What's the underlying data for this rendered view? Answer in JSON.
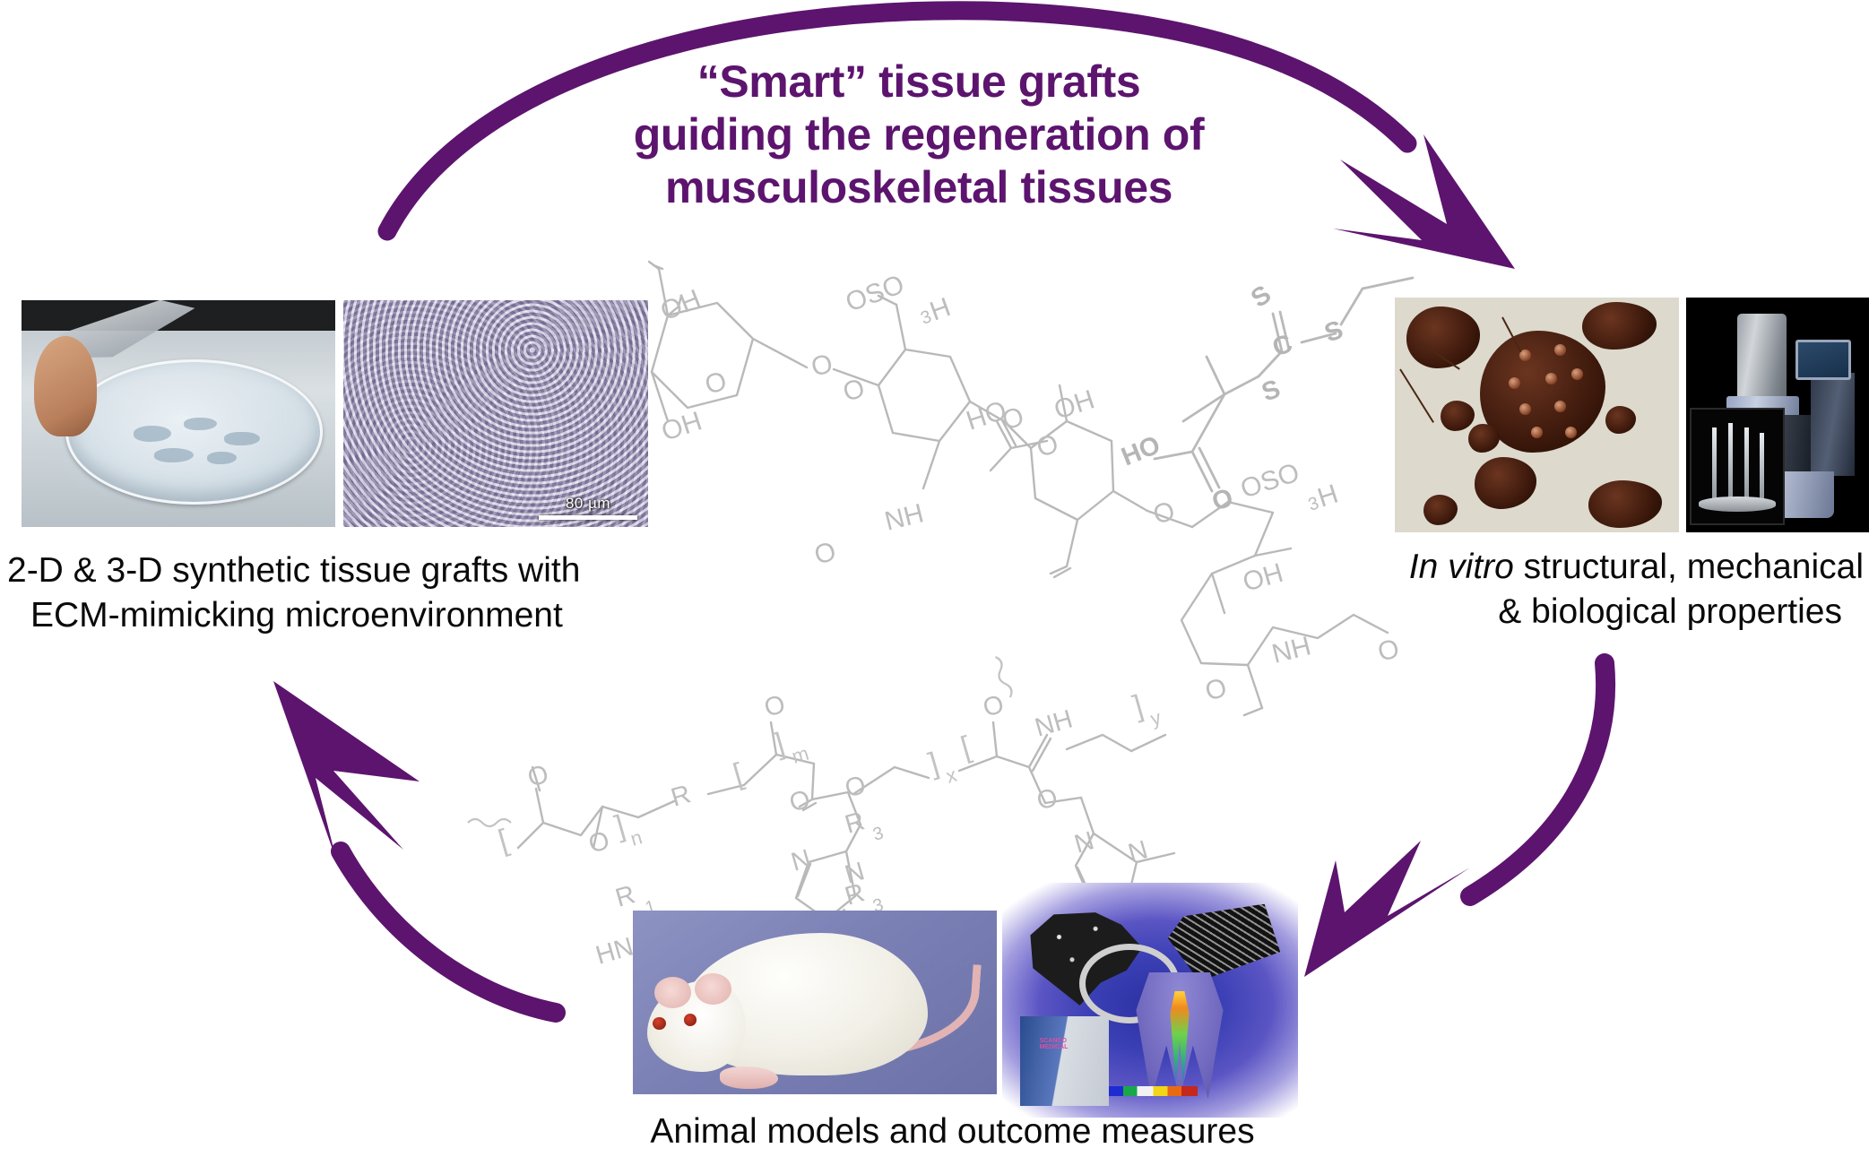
{
  "figure": {
    "type": "cycle-diagram",
    "background_color": "#ffffff",
    "accent_color": "#5c146e",
    "caption_color": "#0a0a0a"
  },
  "title": {
    "line1": "“Smart” tissue grafts",
    "line2": "guiding the regeneration of",
    "line3": "musculoskeletal tissues",
    "color": "#5c146e"
  },
  "captions": {
    "grafts": {
      "line1": "2-D & 3-D synthetic tissue grafts with",
      "line2": "ECM-mimicking microenvironment"
    },
    "invitro": {
      "italic_lead": "In vitro",
      "line1_rest": " structural, mechanical",
      "line2": "& biological properties"
    },
    "animal": {
      "line1": "Animal models and outcome measures"
    }
  },
  "arrows": [
    {
      "name": "top-arc-arrow",
      "from": "tissue-grafts",
      "to": "in-vitro-characterization",
      "color": "#5c146e",
      "direction": "clockwise"
    },
    {
      "name": "right-arc-arrow",
      "from": "in-vitro-characterization",
      "to": "animal-models",
      "color": "#5c146e",
      "direction": "clockwise"
    },
    {
      "name": "left-arc-arrow",
      "from": "animal-models",
      "to": "tissue-grafts",
      "color": "#5c146e",
      "direction": "clockwise"
    }
  ],
  "photos": [
    {
      "name": "petri-dish-photo",
      "description": "hydrogel graft held with tweezers over a petri dish"
    },
    {
      "name": "wrinkled-surface-micrograph",
      "description": "wrinkled topography micrograph",
      "scale_bar": "80 µm"
    },
    {
      "name": "stained-cell-cluster-micrograph",
      "description": "histology of stained cell aggregates"
    },
    {
      "name": "rheometer-photo",
      "description": "rheometer instrument with sample fixture inset"
    },
    {
      "name": "laboratory-rat-photo",
      "description": "white laboratory rat on blue drape"
    },
    {
      "name": "microct-fea-composite",
      "description": "micro-CT vertebra, trabecular bone cube, micro-CT scanner and finite element tooth model with color scale"
    }
  ],
  "chemistry": {
    "glycosaminoglycan": {
      "name": "chondroitin-sulfate-backbone",
      "labels": [
        "OH",
        "O",
        "OH",
        "NH",
        "O",
        "OSO3H",
        "O",
        "HO",
        "O",
        "OH",
        "OSO3H",
        "O",
        "NH",
        "O",
        "OH",
        "O"
      ]
    },
    "raft_agent": {
      "name": "raft-chain-transfer-agent",
      "labels": [
        "S",
        "C",
        "S",
        "S",
        "HO",
        "O"
      ]
    },
    "polymer": {
      "name": "functional-copolymer",
      "labels": [
        "O",
        "O",
        "R",
        "O",
        "O",
        "N",
        "N",
        "N",
        "R1",
        "HN",
        "NH",
        "R3",
        "R3",
        "HN",
        "O",
        "O",
        "N",
        "N",
        "N"
      ],
      "subscripts": [
        "n",
        "m",
        "x",
        "y"
      ]
    }
  }
}
